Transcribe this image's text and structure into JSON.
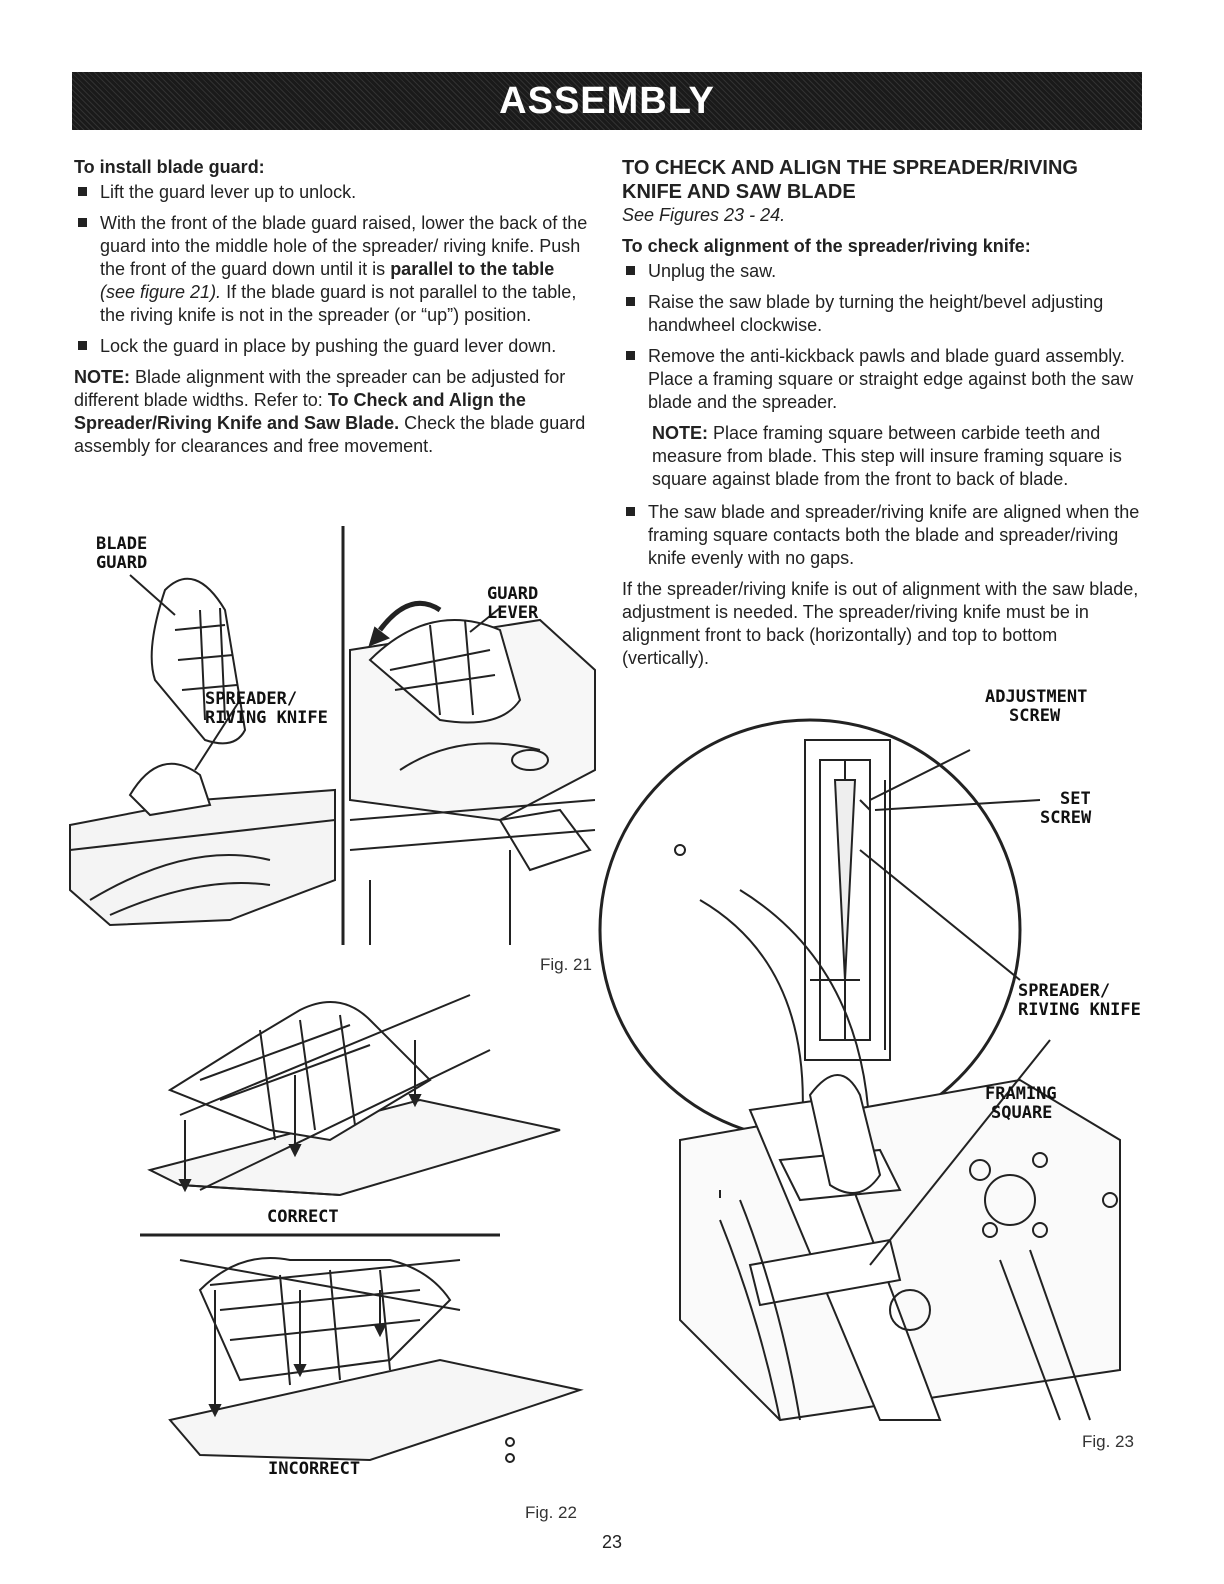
{
  "header": {
    "title": "ASSEMBLY"
  },
  "left": {
    "install_heading": "To install blade guard:",
    "bullets": [
      "Lift the guard lever up to unlock.",
      "With the front of the blade guard raised, lower the back of the guard into the middle hole of the spreader/ riving knife. Push the front of the guard down until it is",
      "Lock the guard in place by pushing the guard lever down."
    ],
    "bullet2_bold": "parallel to the table",
    "bullet2_italic": "(see figure 21).",
    "bullet2_tail": "If the blade guard is not parallel to the table, the riving knife is not in the spreader (or “up”) position.",
    "note_label": "NOTE:",
    "note_text": "Blade alignment with the spreader can be adjusted for different blade widths. Refer to:",
    "note_bold": "To Check and Align the Spreader/Riving Knife and Saw Blade.",
    "note_tail": "Check the blade guard assembly for clearances and free movement."
  },
  "fig21": {
    "label_blade_guard_1": "BLADE",
    "label_blade_guard_2": "GUARD",
    "label_spreader_1": "SPREADER/",
    "label_spreader_2": "RIVING KNIFE",
    "label_guard_lever_1": "GUARD",
    "label_guard_lever_2": "LEVER",
    "caption": "Fig. 21"
  },
  "fig22": {
    "label_correct": "CORRECT",
    "label_incorrect": "INCORRECT",
    "caption": "Fig. 22"
  },
  "right": {
    "title": "TO CHECK AND ALIGN THE SPREADER/RIVING KNIFE AND SAW BLADE",
    "see_figures": "See Figures 23 - 24.",
    "check_heading": "To check alignment of the spreader/riving knife:",
    "bullets": [
      "Unplug the saw.",
      "Raise the saw blade by turning the height/bevel adjusting handwheel clockwise.",
      "Remove the anti-kickback pawls and blade guard assembly. Place a framing square or straight edge against both the saw blade and the spreader.",
      "The saw blade and spreader/riving knife are aligned when the framing square contacts both the blade and spreader/riving knife evenly with no gaps."
    ],
    "note_label": "NOTE:",
    "note_text": "Place framing square between carbide teeth and measure from blade. This step will insure framing square is square against blade from the front to back of blade.",
    "paragraph": "If the spreader/riving knife is out of alignment with the saw blade, adjustment is needed. The spreader/riving knife must be in alignment front to back (horizontally) and top to bottom (vertically)."
  },
  "fig23": {
    "label_adjustment_1": "ADJUSTMENT",
    "label_adjustment_2": "SCREW",
    "label_set_1": "SET",
    "label_set_2": "SCREW",
    "label_spreader_1": "SPREADER/",
    "label_spreader_2": "RIVING KNIFE",
    "label_framing_1": "FRAMING",
    "label_framing_2": "SQUARE",
    "caption": "Fig. 23"
  },
  "footer": {
    "page_number": "23"
  }
}
